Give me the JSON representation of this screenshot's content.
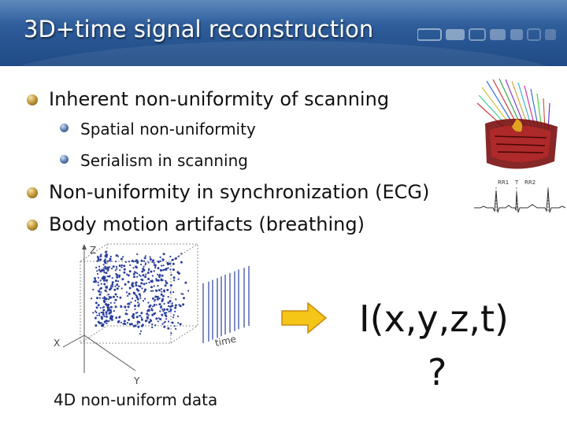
{
  "slide": {
    "title": "3D+time signal reconstruction",
    "bullets": [
      {
        "text": "Inherent non-uniformity of scanning",
        "sub": [
          "Spatial non-uniformity",
          "Serialism in scanning"
        ]
      },
      {
        "text": "Non-uniformity in synchronization (ECG)"
      },
      {
        "text": "Body motion artifacts (breathing)"
      }
    ]
  },
  "figure": {
    "axis_z": "Z",
    "axis_x": "X",
    "axis_y": "Y",
    "axis_time": "time",
    "caption": "4D non-uniform data"
  },
  "result": {
    "formula": "I(x,y,z,t)",
    "question": "?"
  },
  "ecg": {
    "label_left": "RR1",
    "label_mid": "T",
    "label_right": "RR2"
  },
  "colors": {
    "title_bg": "#2d5b98",
    "arrow_fill": "#f5c518",
    "scatter": "#2b3f9e",
    "time_lines": "#2b3f9e"
  },
  "icons": {
    "bullet_level1": "gold-sphere-bullet-icon",
    "bullet_level2": "blue-sphere-bullet-icon",
    "arrow": "right-arrow-icon"
  }
}
